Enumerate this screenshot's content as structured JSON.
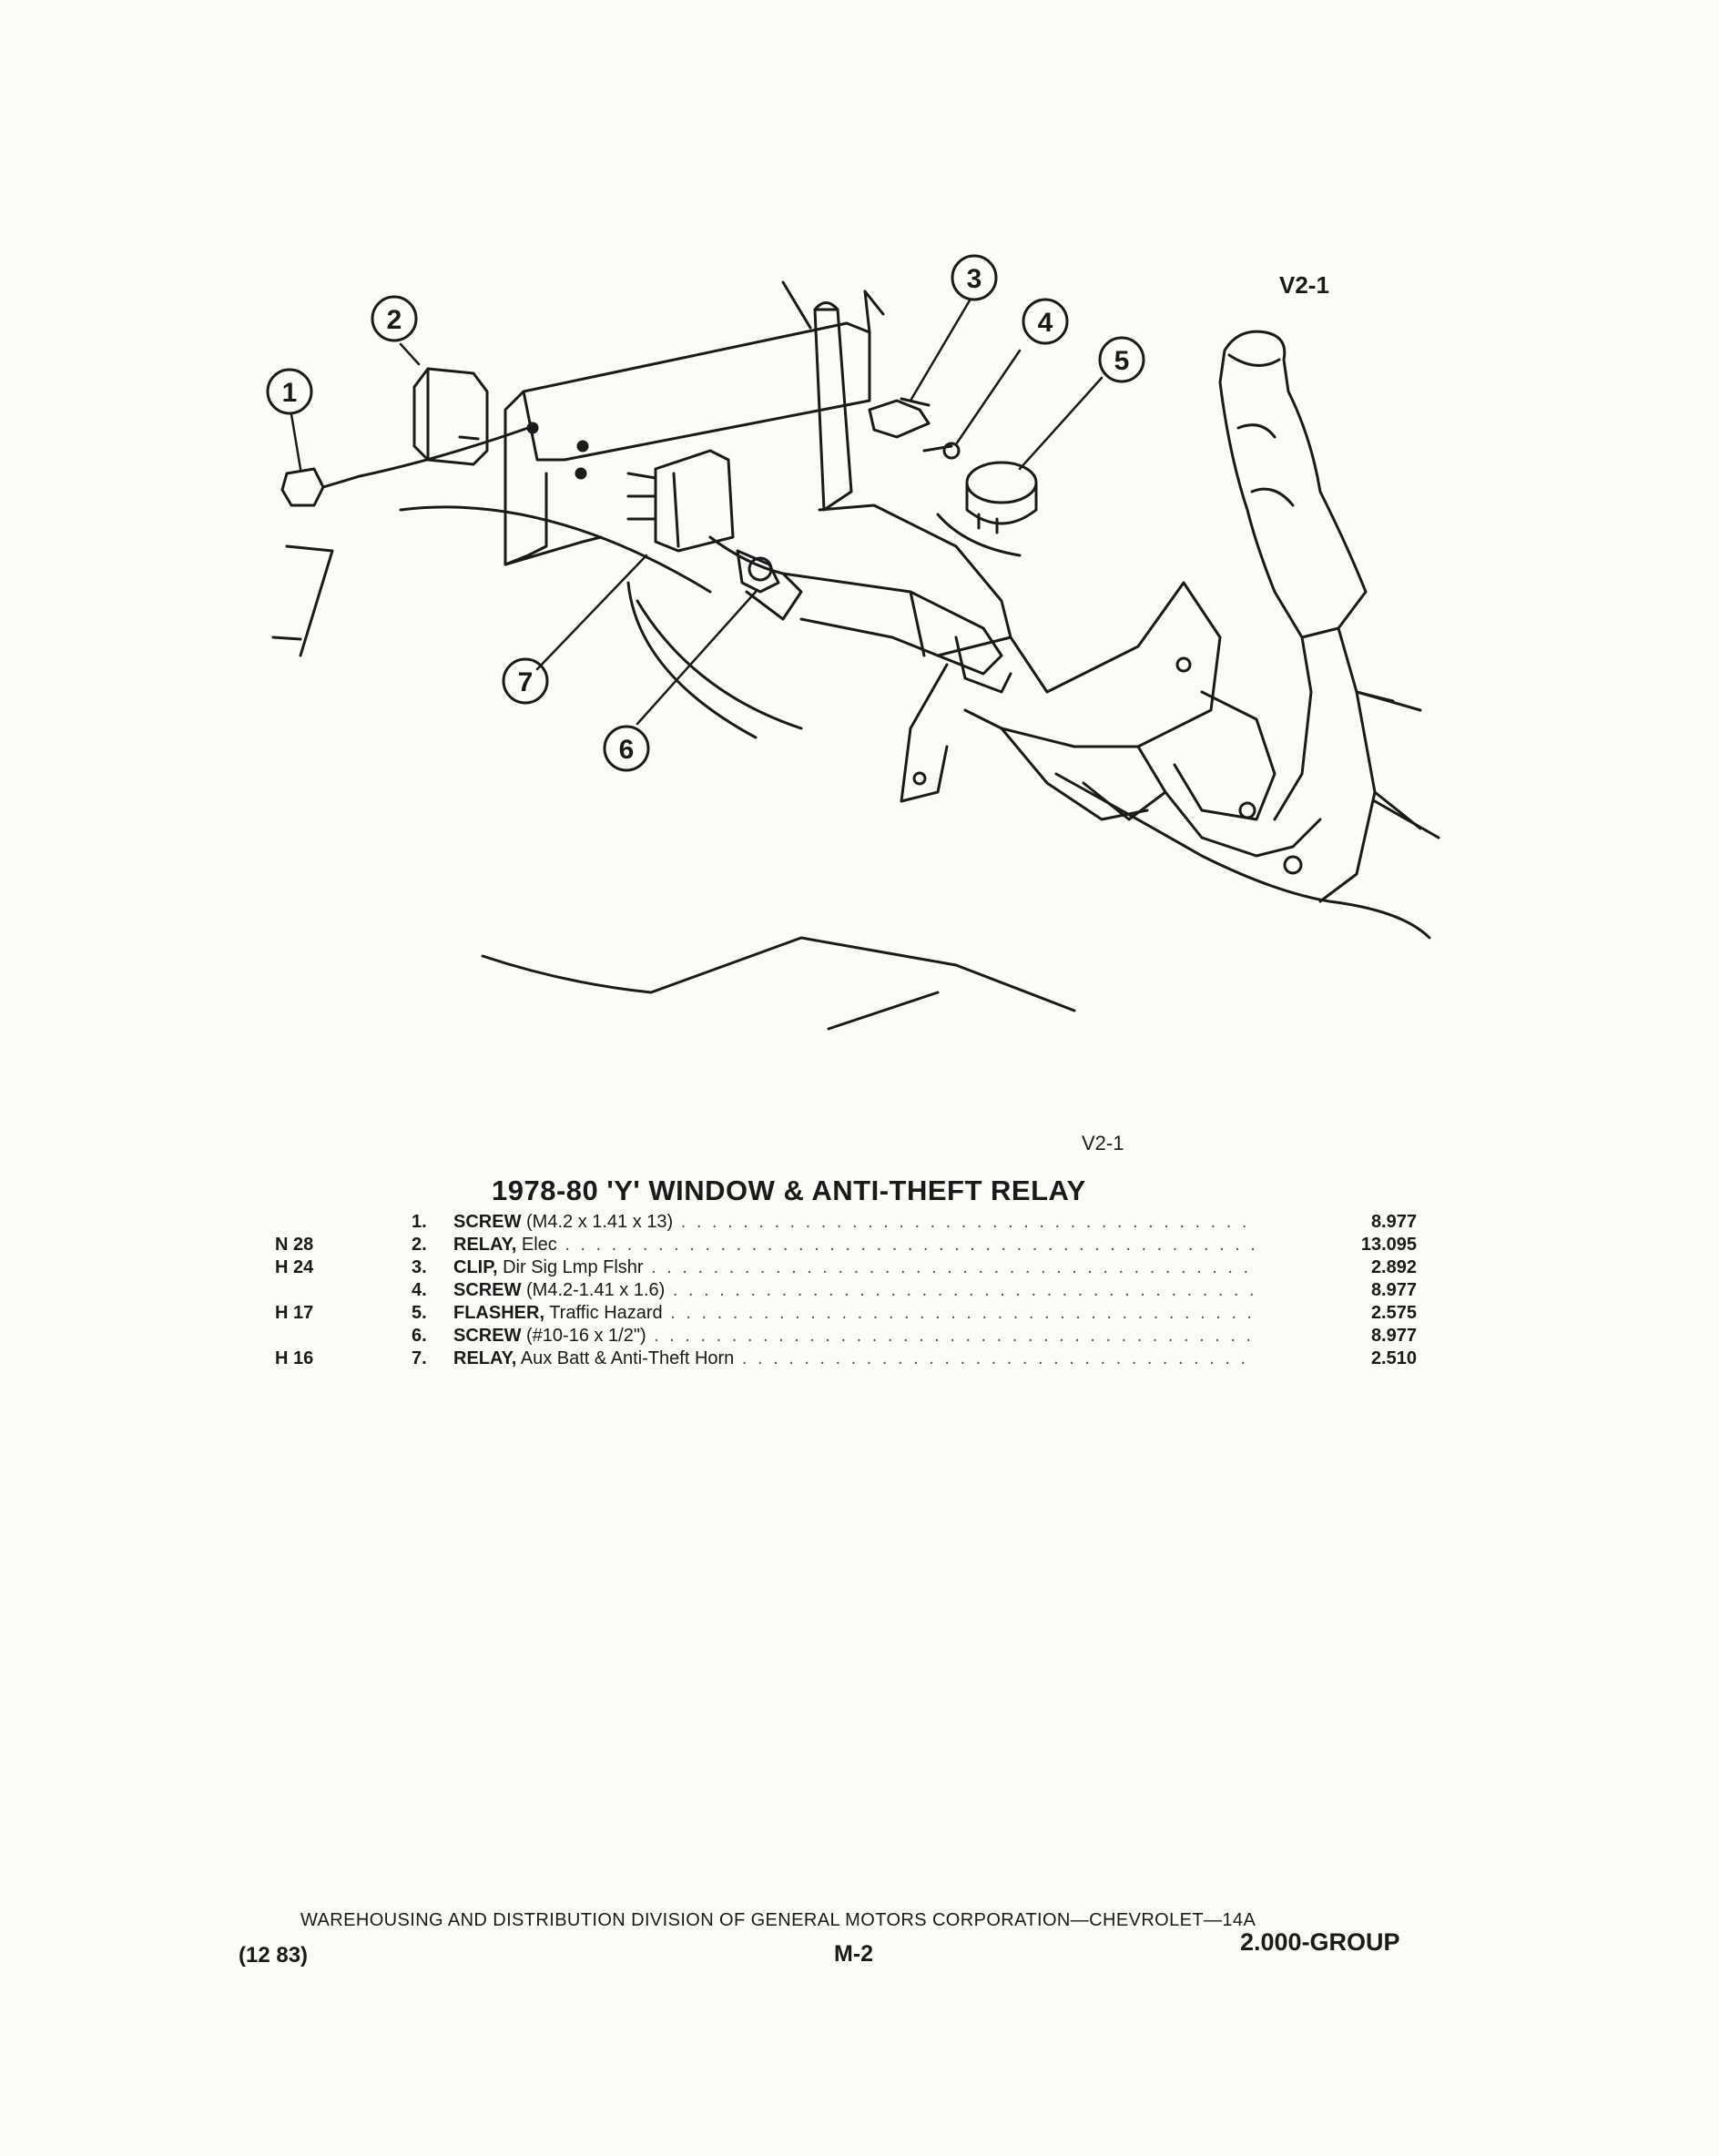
{
  "figure": {
    "ref_top": "V2-1",
    "ref_bottom": "V2-1",
    "callouts": [
      "1",
      "2",
      "3",
      "4",
      "5",
      "6",
      "7"
    ]
  },
  "parts": {
    "title": "1978-80 'Y' WINDOW & ANTI-THEFT RELAY",
    "rows": [
      {
        "code": "",
        "num": "1.",
        "name": "SCREW",
        "detail": " (M4.2 x 1.41 x 13)",
        "value": "8.977"
      },
      {
        "code": "N 28",
        "num": "2.",
        "name": "RELAY,",
        "detail": " Elec",
        "value": "13.095"
      },
      {
        "code": "H 24",
        "num": "3.",
        "name": "CLIP,",
        "detail": " Dir Sig Lmp Flshr",
        "value": "2.892"
      },
      {
        "code": "",
        "num": "4.",
        "name": "SCREW",
        "detail": " (M4.2-1.41 x 1.6)",
        "value": "8.977"
      },
      {
        "code": "H 17",
        "num": "5.",
        "name": "FLASHER,",
        "detail": " Traffic Hazard",
        "value": "2.575"
      },
      {
        "code": "",
        "num": "6.",
        "name": "SCREW",
        "detail": " (#10-16 x 1/2\")",
        "value": "8.977"
      },
      {
        "code": "H 16",
        "num": "7.",
        "name": "RELAY,",
        "detail": " Aux Batt & Anti-Theft Horn",
        "value": "2.510"
      }
    ]
  },
  "footer": {
    "division": "WAREHOUSING AND DISTRIBUTION DIVISION OF GENERAL MOTORS CORPORATION—CHEVROLET—14A",
    "date": "(12 83)",
    "page": "M-2",
    "group": "2.000-GROUP"
  }
}
